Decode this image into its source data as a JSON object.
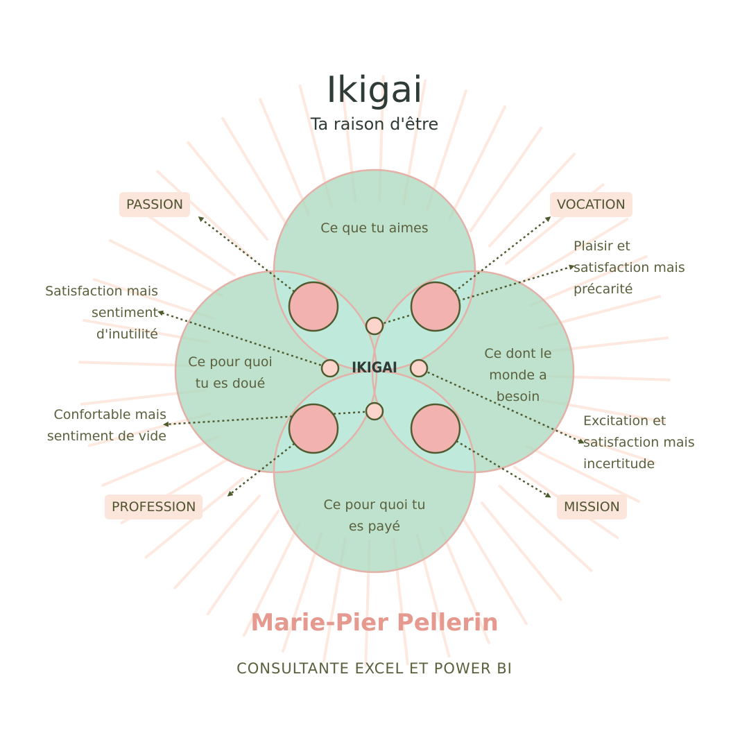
{
  "header": {
    "title": "Ikigai",
    "subtitle": "Ta raison d'être"
  },
  "circles": {
    "top": "Ce que tu aimes",
    "left": "Ce pour quoi tu es doué",
    "right": "Ce dont le monde a besoin",
    "bottom": "Ce pour quoi tu es payé"
  },
  "center_label": "IKIGAI",
  "tags": {
    "passion": "PASSION",
    "vocation": "VOCATION",
    "profession": "PROFESSION",
    "mission": "MISSION"
  },
  "annotations": {
    "top_left": "Satisfaction mais sentiment d'inutilité",
    "top_right": "Plaisir et satisfaction mais précarité",
    "bottom_left": "Confortable mais sentiment de vide",
    "bottom_right": "Excitation et satisfaction mais incertitude"
  },
  "footer": {
    "author": "Marie-Pier Pellerin",
    "role": "CONSULTANTE EXCEL ET POWER BI"
  },
  "colors": {
    "circle_fill": "#a9d8be",
    "circle_stroke": "#e3b1a7",
    "overlap_fill": "#bfeadb",
    "big_dot": "#f2b2b0",
    "small_dot": "#fbd4cc",
    "dot_stroke": "#4f5a2f",
    "arrow": "#4f5a2f",
    "rays": "#fde9df",
    "tag_bg": "#fce6db",
    "author": "#e69a8f"
  }
}
